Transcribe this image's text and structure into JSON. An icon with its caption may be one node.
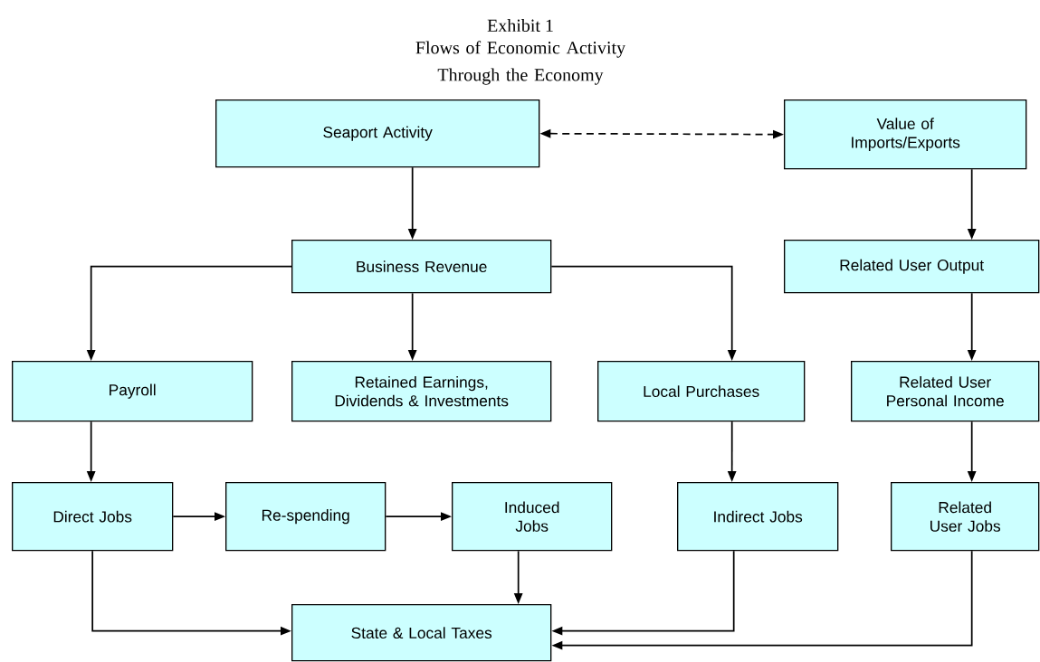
{
  "diagram": {
    "title": "Exhibit 1",
    "nodes": [
      {
        "text": [
          "Seaport Activity"
        ]
      },
      {
        "text": [
          "Value of Imports/Exports"
        ]
      },
      {
        "text": [
          "Business Revenue"
        ]
      },
      {
        "text": [
          "Related User Output"
        ]
      },
      {
        "text": [
          "Payroll"
        ]
      },
      {
        "text": [
          "Retained Earnings, Dividends & Investments"
        ]
      },
      {
        "text": [
          "Local Purchases"
        ]
      },
      {
        "text": [
          "Related User Personal Income"
        ]
      },
      {
        "text": [
          "Direct Jobs"
        ]
      },
      {
        "text": [
          "Re-spending"
        ]
      },
      {
        "text": [
          "Induced Jobs"
        ]
      },
      {
        "text": [
          "Indirect Jobs"
        ]
      },
      {
        "text": [
          "Related User Jobs"
        ]
      },
      {
        "text": [
          "State & Local Taxes"
        ]
      }
    ],
    "edges": [
      {
        "from": 0,
        "to": 1,
        "arrow": "both",
        "style": "dashed"
      },
      {
        "from": 0,
        "to": 2,
        "arrow": "to"
      },
      {
        "from": 1,
        "to": 3,
        "arrow": "to"
      },
      {
        "from": 2,
        "to": 4,
        "arrow": "to"
      },
      {
        "from": 2,
        "to": 5,
        "arrow": "to"
      },
      {
        "from": 2,
        "to": 6,
        "arrow": "to"
      },
      {
        "from": 3,
        "to": 7,
        "arrow": "to"
      },
      {
        "from": 4,
        "to": 8,
        "arrow": "to"
      },
      {
        "from": 6,
        "to": 11,
        "arrow": "to"
      },
      {
        "from": 7,
        "to": 12,
        "arrow": "to"
      },
      {
        "from": 8,
        "to": 9,
        "arrow": "to"
      },
      {
        "from": 9,
        "to": 10,
        "arrow": "to"
      },
      {
        "from": 8,
        "to": 13,
        "arrow": "to"
      },
      {
        "from": 10,
        "to": 13,
        "arrow": "to"
      },
      {
        "from": 11,
        "to": 13,
        "arrow": "to"
      },
      {
        "from": 12,
        "to": 13,
        "arrow": "to"
      }
    ],
    "labels": [
      "Flows of Economic Activity Through the Economy"
    ]
  }
}
